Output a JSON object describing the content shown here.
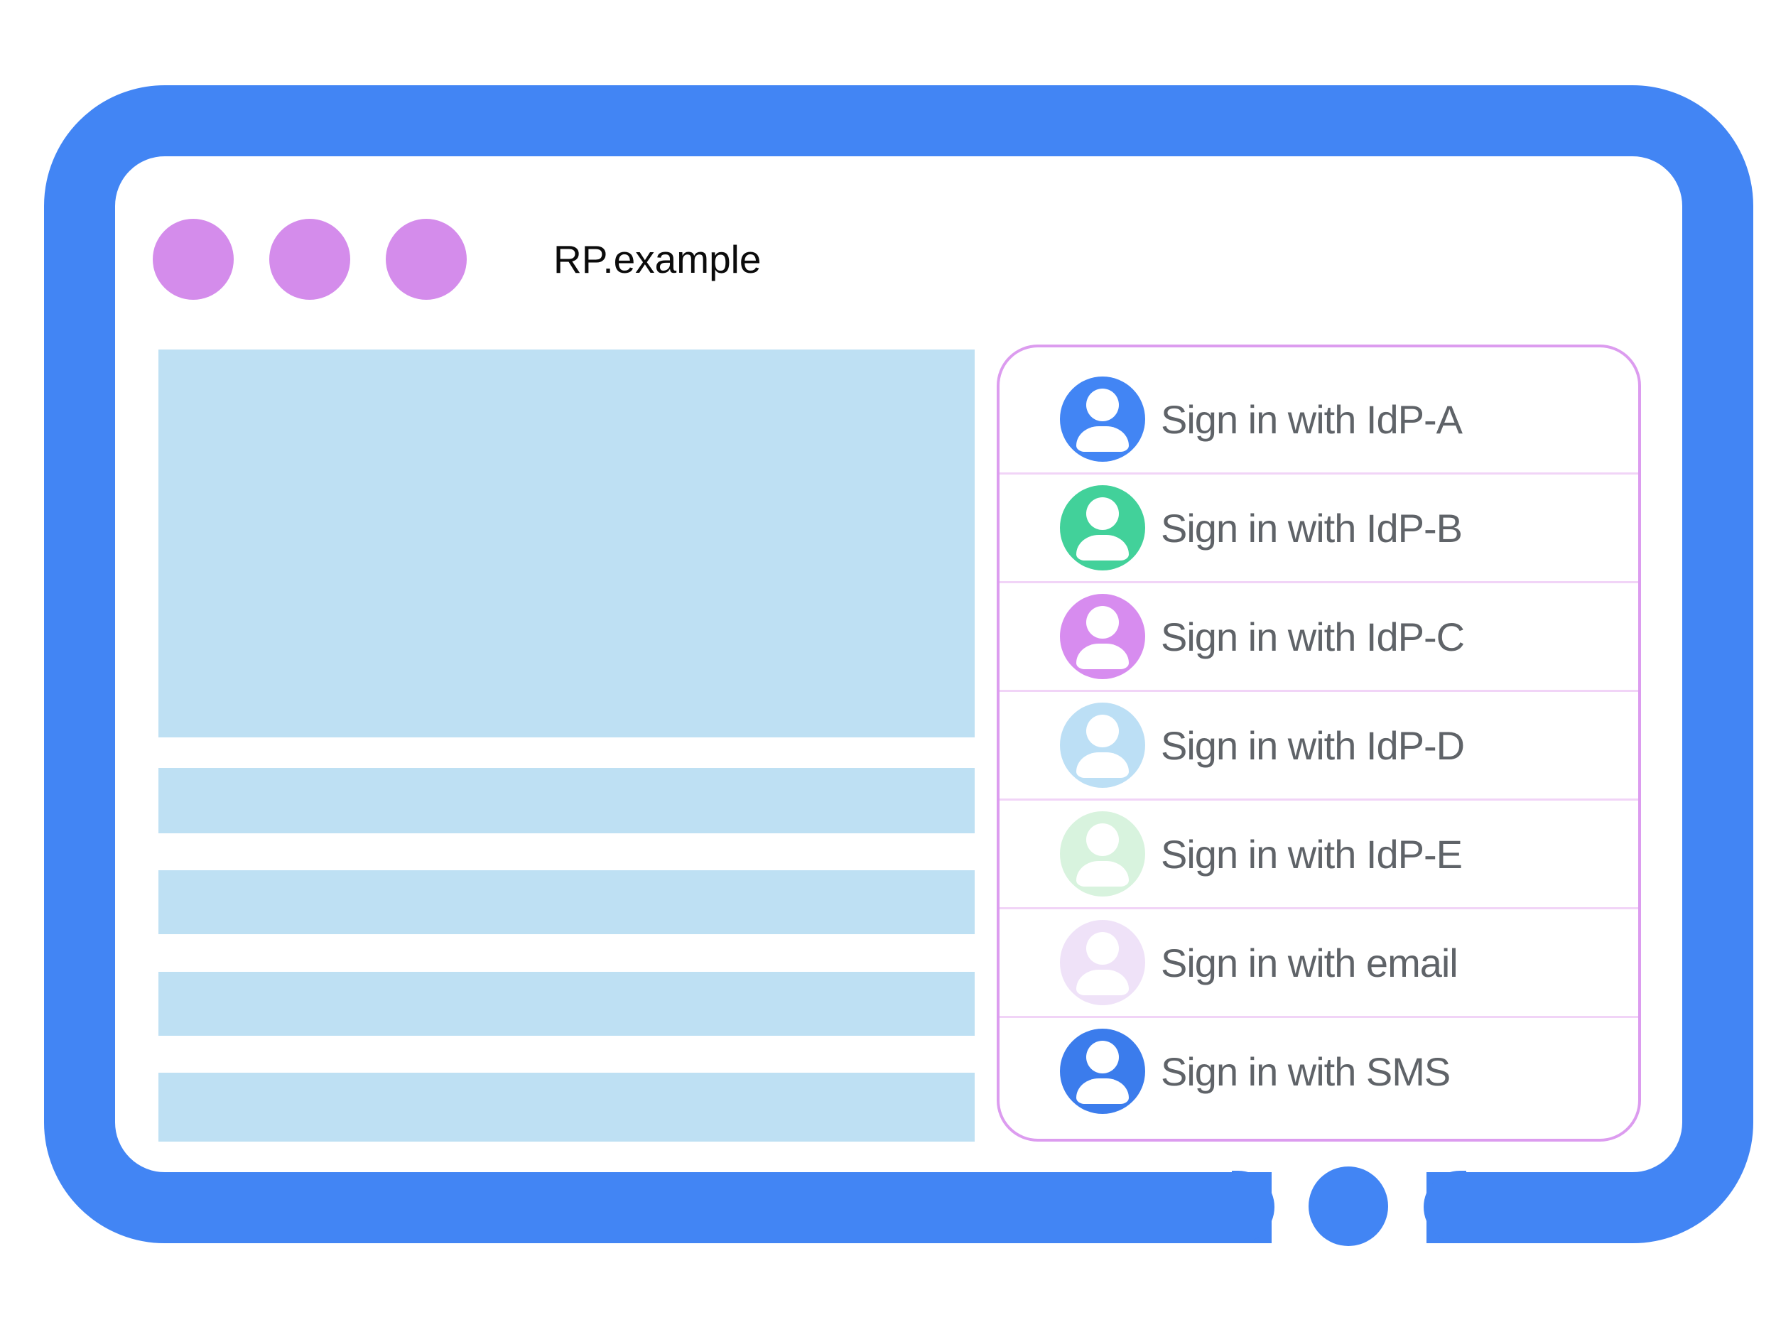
{
  "window": {
    "title": "RP.example",
    "traffic_dot_count": 3
  },
  "colors": {
    "frame": "#4285F4",
    "home_button": "#4285F4",
    "window_dot": "#D48CEB",
    "title_text": "#0B0B0B",
    "content_block": "#BEE0F3",
    "dialog_border": "#DC9CEF",
    "dialog_separator": "#F1D4F7",
    "option_text": "#5F6368"
  },
  "content": {
    "placeholder_blocks": {
      "hero_blocks": 1,
      "text_bars": 4
    }
  },
  "signin_dialog": {
    "options": [
      {
        "label": "Sign in with IdP-A",
        "avatar_color": "#4285F4",
        "avatar_icon": "person-icon"
      },
      {
        "label": "Sign in with IdP-B",
        "avatar_color": "#42D19A",
        "avatar_icon": "person-icon"
      },
      {
        "label": "Sign in with IdP-C",
        "avatar_color": "#D78CEF",
        "avatar_icon": "person-icon"
      },
      {
        "label": "Sign in with IdP-D",
        "avatar_color": "#BCDFF5",
        "avatar_icon": "person-icon"
      },
      {
        "label": "Sign in with IdP-E",
        "avatar_color": "#D8F3DE",
        "avatar_icon": "person-icon"
      },
      {
        "label": "Sign in with email",
        "avatar_color": "#EFE2F8",
        "avatar_icon": "person-icon"
      },
      {
        "label": "Sign in with SMS",
        "avatar_color": "#3B7CEC",
        "avatar_icon": "person-icon"
      }
    ]
  }
}
